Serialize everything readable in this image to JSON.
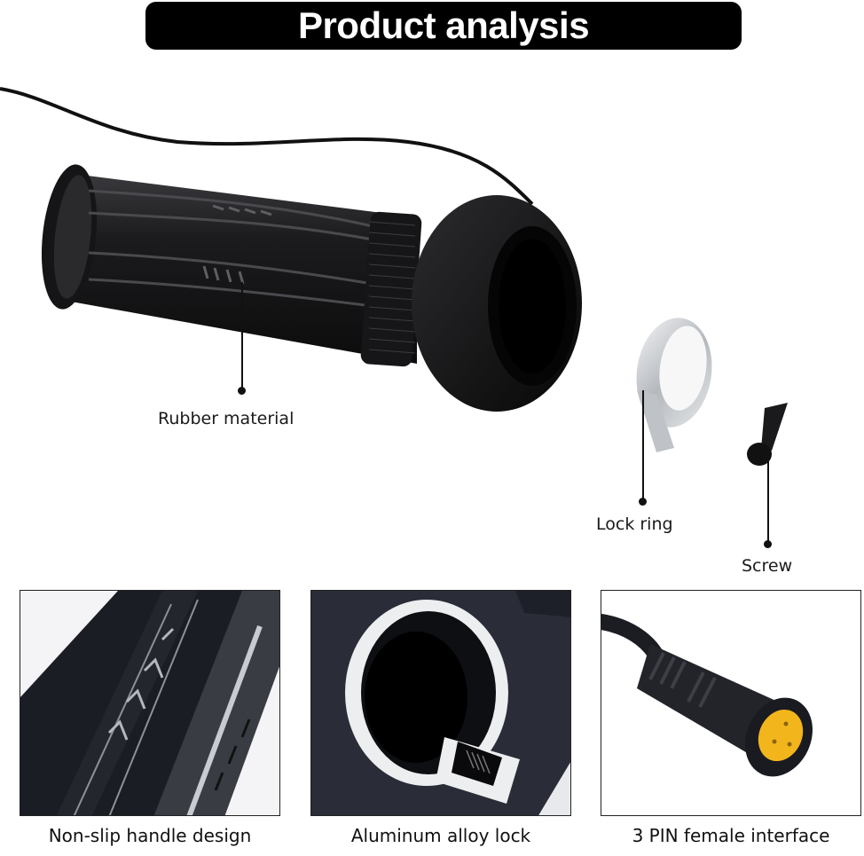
{
  "header": {
    "title": "Product analysis"
  },
  "hero": {
    "product": "throttle-grip",
    "callouts": [
      {
        "id": "rubber",
        "label": "Rubber material"
      },
      {
        "id": "lock-ring",
        "label": "Lock ring"
      },
      {
        "id": "screw",
        "label": "Screw"
      }
    ]
  },
  "panels": [
    {
      "id": "grip-closeup",
      "caption": "Non-slip handle design"
    },
    {
      "id": "lock-closeup",
      "caption": "Aluminum alloy lock"
    },
    {
      "id": "connector-closeup",
      "caption": "3 PIN female interface"
    }
  ],
  "colors": {
    "title_bg": "#000000",
    "title_text": "#ffffff",
    "rubber": "#1c1c1e",
    "aluminum": "#c9ccd0",
    "connector_pin": "#f2b51c"
  }
}
